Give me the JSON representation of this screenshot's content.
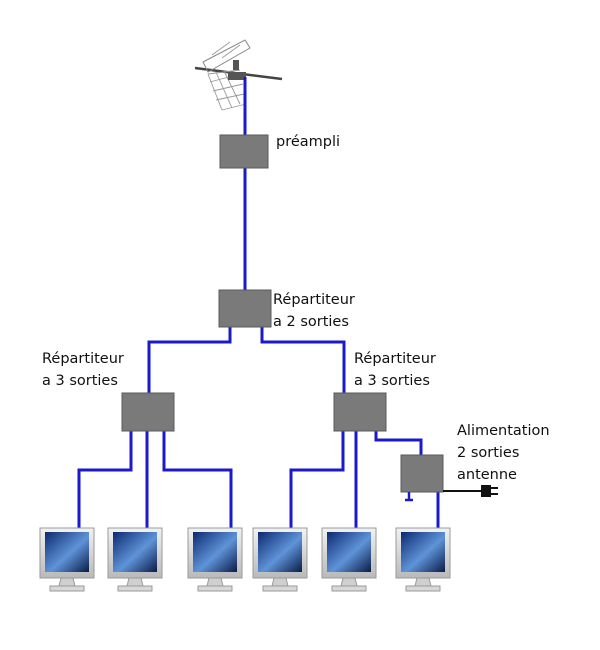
{
  "labels": {
    "preampli": "préampli",
    "main_splitter": [
      "Répartiteur",
      "a 2 sorties"
    ],
    "left_splitter": [
      "Répartiteur",
      "a 3 sorties"
    ],
    "right_splitter": [
      "Répartiteur",
      "a 3 sorties"
    ],
    "power_supply": [
      "Alimentation",
      "2 sorties",
      "antenne"
    ]
  },
  "colors": {
    "cable": "#1a1acc",
    "box": "#7a7a7a",
    "box_border": "#5a5a5a",
    "plug": "#111111"
  },
  "icons": {
    "antenna": "tv-antenna-icon",
    "plug": "power-plug-icon",
    "tv": "tv-monitor-icon"
  },
  "tv_count": 6
}
